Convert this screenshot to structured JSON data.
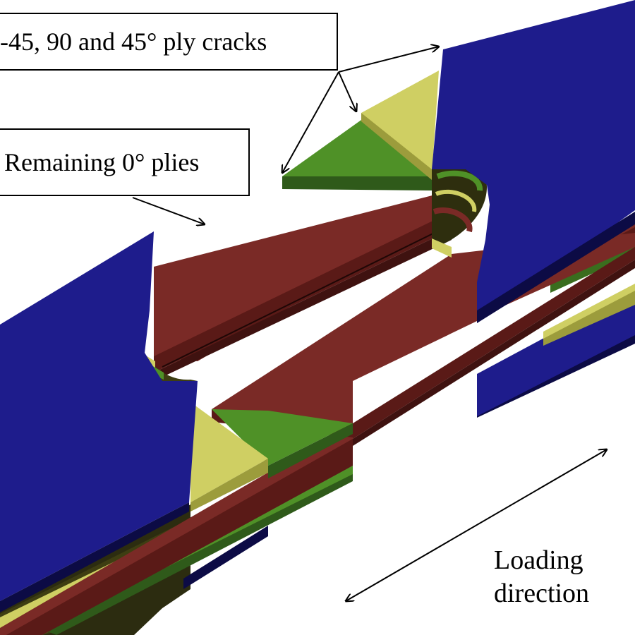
{
  "callouts": {
    "ply_cracks": "-45, 90 and 45° ply cracks",
    "remaining_plies": "Remaining 0° plies"
  },
  "caption": {
    "line1": "Loading",
    "line2": "direction"
  },
  "colors": {
    "zero_ply": "#1e1c8c",
    "zero_ply_edge": "#0c0b45",
    "remaining_ply": "#7a2a26",
    "remaining_ply_edge": "#3f1210",
    "plus45_ply": "#cfcf63",
    "minus45_ply": "#4f9127",
    "background": "#ffffff"
  }
}
